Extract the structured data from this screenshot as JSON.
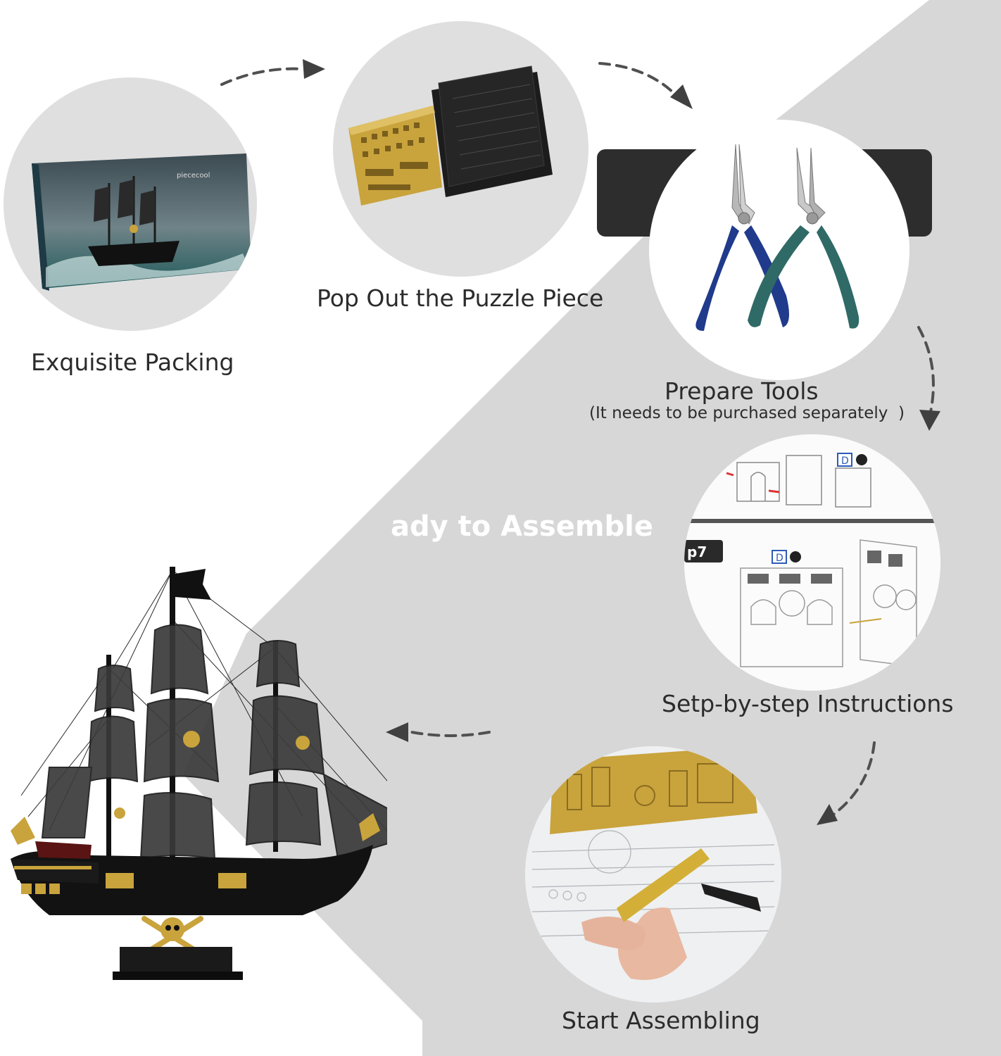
{
  "steps": {
    "packing": "Exquisite Packing",
    "popout": "Pop Out the Puzzle Piece",
    "tools": "Prepare Tools",
    "tools_note": "(It needs to be purchased separately  )",
    "instructions": "Setp-by-step Instructions",
    "assembling": "Start Assembling"
  },
  "watermark": "ady to Assemble",
  "instructions_step": "p7",
  "box_brand": "piececool",
  "tags": {
    "d1": "D",
    "d2": "D"
  },
  "colors": {
    "diagonal_band": "#d6d6d6",
    "circle_bg": "#e0e0e0",
    "gold": "#c9a33c",
    "plier_blue": "#203a8c",
    "plier_teal": "#2f6a66"
  }
}
